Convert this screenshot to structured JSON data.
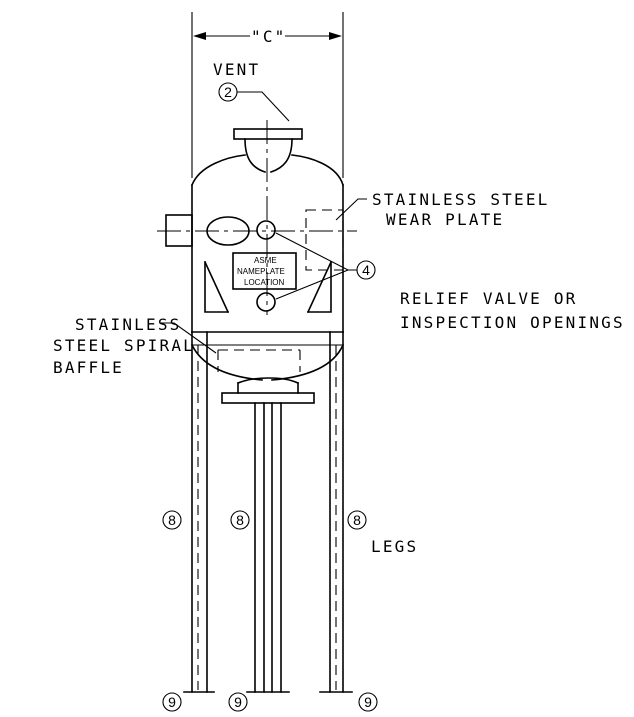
{
  "dimension_label": "\"C\"",
  "labels": {
    "vent": "VENT",
    "wear_plate_1": "STAINLESS STEEL",
    "wear_plate_2": "WEAR PLATE",
    "relief_1": "RELIEF VALVE OR",
    "relief_2": "INSPECTION OPENINGS",
    "baffle_1": "STAINLESS",
    "baffle_2": "STEEL SPIRAL",
    "baffle_3": "BAFFLE",
    "legs": "LEGS",
    "nameplate_1": "ASME",
    "nameplate_2": "NAMEPLATE",
    "nameplate_3": "LOCATION"
  },
  "callouts": {
    "vent": "2",
    "openings": "4",
    "legs": "8",
    "feet": "9"
  }
}
